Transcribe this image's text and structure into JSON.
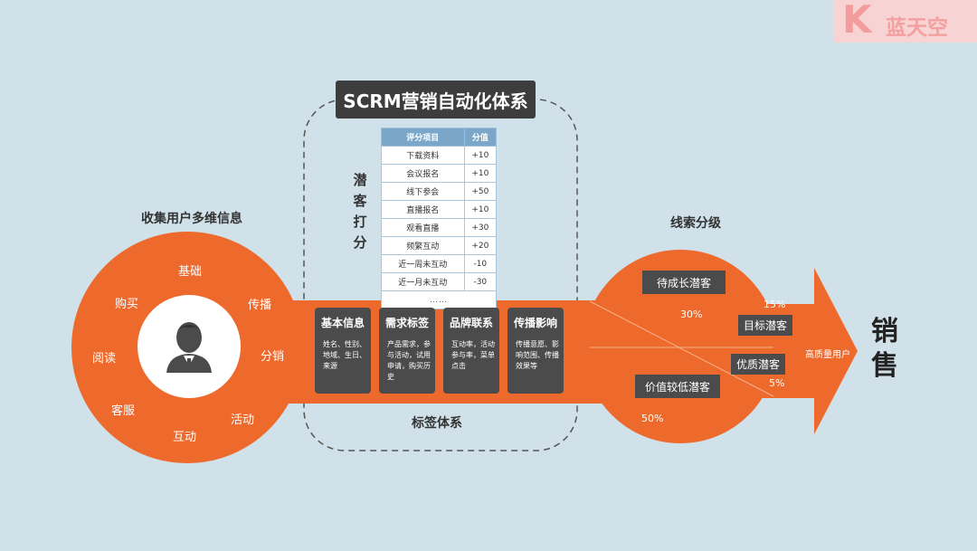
{
  "title": "SCRM营销自动化体系",
  "logo": {
    "mark": "K",
    "text": "蓝天空"
  },
  "collect": {
    "heading": "收集用户多维信息",
    "items": [
      "基础",
      "传播",
      "分销",
      "活动",
      "互动",
      "客服",
      "阅读",
      "购买"
    ],
    "icon": "user-avatar-icon"
  },
  "scoring": {
    "label": "潜客打分",
    "headers": [
      "评分项目",
      "分值"
    ],
    "rows": [
      [
        "下载资料",
        "+10"
      ],
      [
        "会议报名",
        "+10"
      ],
      [
        "线下参会",
        "+50"
      ],
      [
        "直播报名",
        "+10"
      ],
      [
        "观看直播",
        "+30"
      ],
      [
        "频繁互动",
        "+20"
      ],
      [
        "近一周未互动",
        "-10"
      ],
      [
        "近一月未互动",
        "-30"
      ]
    ],
    "more": "……"
  },
  "tags": {
    "label": "标签体系",
    "cards": [
      {
        "title": "基本信息",
        "desc": "姓名、性别、地域、生日、来源"
      },
      {
        "title": "需求标签",
        "desc": "产品需求，参与活动，试用申请，购买历史"
      },
      {
        "title": "品牌联系",
        "desc": "互动率，活动参与率，菜单点击"
      },
      {
        "title": "传播影响",
        "desc": "传播意愿、影响范围、传播效果等"
      }
    ]
  },
  "grading": {
    "heading": "线索分级",
    "levels": [
      {
        "name": "待成长潜客",
        "percent": "30%"
      },
      {
        "name": "目标潜客",
        "percent": "15%"
      },
      {
        "name": "优质潜客",
        "percent": "5%"
      },
      {
        "name": "价值较低潜客",
        "percent": "50%"
      }
    ],
    "output": "高质量用户"
  },
  "result": "销售",
  "colors": {
    "orange": "#ee6a2c",
    "dark": "#4b4b4b",
    "background": "#d0e1ea"
  }
}
